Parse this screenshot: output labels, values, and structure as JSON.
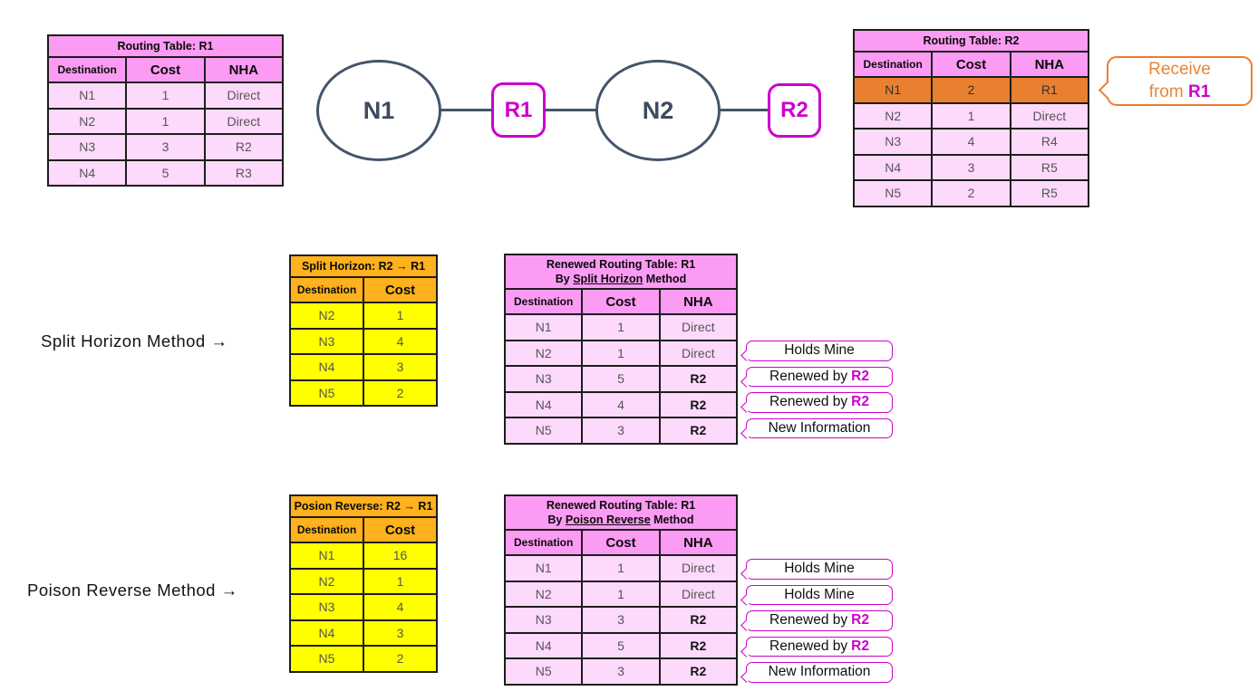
{
  "colors": {
    "pink_header": "#fb9bf3",
    "pink_row": "#fdd9fb",
    "orange_header": "#ffb11e",
    "yellow_row": "#ffff00",
    "highlight_orange": "#e8802f",
    "magenta_accent": "#cc00cc",
    "orange_accent": "#ed7d31",
    "slate": "#44546a"
  },
  "diagram": {
    "n1": "N1",
    "r1": "R1",
    "n2": "N2",
    "r2": "R2"
  },
  "tables": {
    "r1": {
      "title": "Routing Table: R1",
      "headers": [
        "Destination",
        "Cost",
        "NHA"
      ],
      "rows": [
        [
          "N1",
          "1",
          "Direct"
        ],
        [
          "N2",
          "1",
          "Direct"
        ],
        [
          "N3",
          "3",
          "R2"
        ],
        [
          "N4",
          "5",
          "R3"
        ]
      ]
    },
    "r2": {
      "title": "Routing Table: R2",
      "headers": [
        "Destination",
        "Cost",
        "NHA"
      ],
      "rows": [
        [
          "N1",
          "2",
          "R1"
        ],
        [
          "N2",
          "1",
          "Direct"
        ],
        [
          "N3",
          "4",
          "R4"
        ],
        [
          "N4",
          "3",
          "R5"
        ],
        [
          "N5",
          "2",
          "R5"
        ]
      ],
      "highlight_row": 0
    },
    "sh_update": {
      "title": "Split Horizon: R2 → R1",
      "headers": [
        "Destination",
        "Cost"
      ],
      "rows": [
        [
          "N2",
          "1"
        ],
        [
          "N3",
          "4"
        ],
        [
          "N4",
          "3"
        ],
        [
          "N5",
          "2"
        ]
      ]
    },
    "renewed_sh": {
      "title_line1": "Renewed Routing Table: R1",
      "title_line2_prefix": "By ",
      "title_line2_underline": "Split Horizon",
      "title_line2_suffix": " Method",
      "headers": [
        "Destination",
        "Cost",
        "NHA"
      ],
      "rows": [
        [
          "N1",
          "1",
          "Direct"
        ],
        [
          "N2",
          "1",
          "Direct"
        ],
        [
          "N3",
          "5",
          "R2"
        ],
        [
          "N4",
          "4",
          "R2"
        ],
        [
          "N5",
          "3",
          "R2"
        ]
      ],
      "bold_values": [
        "R2"
      ]
    },
    "pr_update": {
      "title": "Posion Reverse: R2 → R1",
      "headers": [
        "Destination",
        "Cost"
      ],
      "rows": [
        [
          "N1",
          "16"
        ],
        [
          "N2",
          "1"
        ],
        [
          "N3",
          "4"
        ],
        [
          "N4",
          "3"
        ],
        [
          "N5",
          "2"
        ]
      ]
    },
    "renewed_pr": {
      "title_line1": "Renewed Routing Table: R1",
      "title_line2_prefix": "By ",
      "title_line2_underline": "Poison Reverse",
      "title_line2_suffix": " Method",
      "headers": [
        "Destination",
        "Cost",
        "NHA"
      ],
      "rows": [
        [
          "N1",
          "1",
          "Direct"
        ],
        [
          "N2",
          "1",
          "Direct"
        ],
        [
          "N3",
          "3",
          "R2"
        ],
        [
          "N4",
          "5",
          "R2"
        ],
        [
          "N5",
          "3",
          "R2"
        ]
      ],
      "bold_values": [
        "R2"
      ]
    }
  },
  "labels": {
    "split_horizon": "Split Horizon Method →",
    "poison_reverse": "Poison Reverse Method →"
  },
  "callouts": {
    "receive": {
      "line1": "Receive",
      "line2_prefix": "from ",
      "line2_highlight": "R1"
    },
    "sh": [
      {
        "text": "Holds Mine",
        "highlight": ""
      },
      {
        "text": "Renewed by",
        "highlight": "R2"
      },
      {
        "text": "Renewed by",
        "highlight": "R2"
      },
      {
        "text": "New Information",
        "highlight": ""
      }
    ],
    "pr": [
      {
        "text": "Holds Mine",
        "highlight": ""
      },
      {
        "text": "Holds Mine",
        "highlight": ""
      },
      {
        "text": "Renewed by",
        "highlight": "R2"
      },
      {
        "text": "Renewed by",
        "highlight": "R2"
      },
      {
        "text": "New Information",
        "highlight": ""
      }
    ]
  }
}
